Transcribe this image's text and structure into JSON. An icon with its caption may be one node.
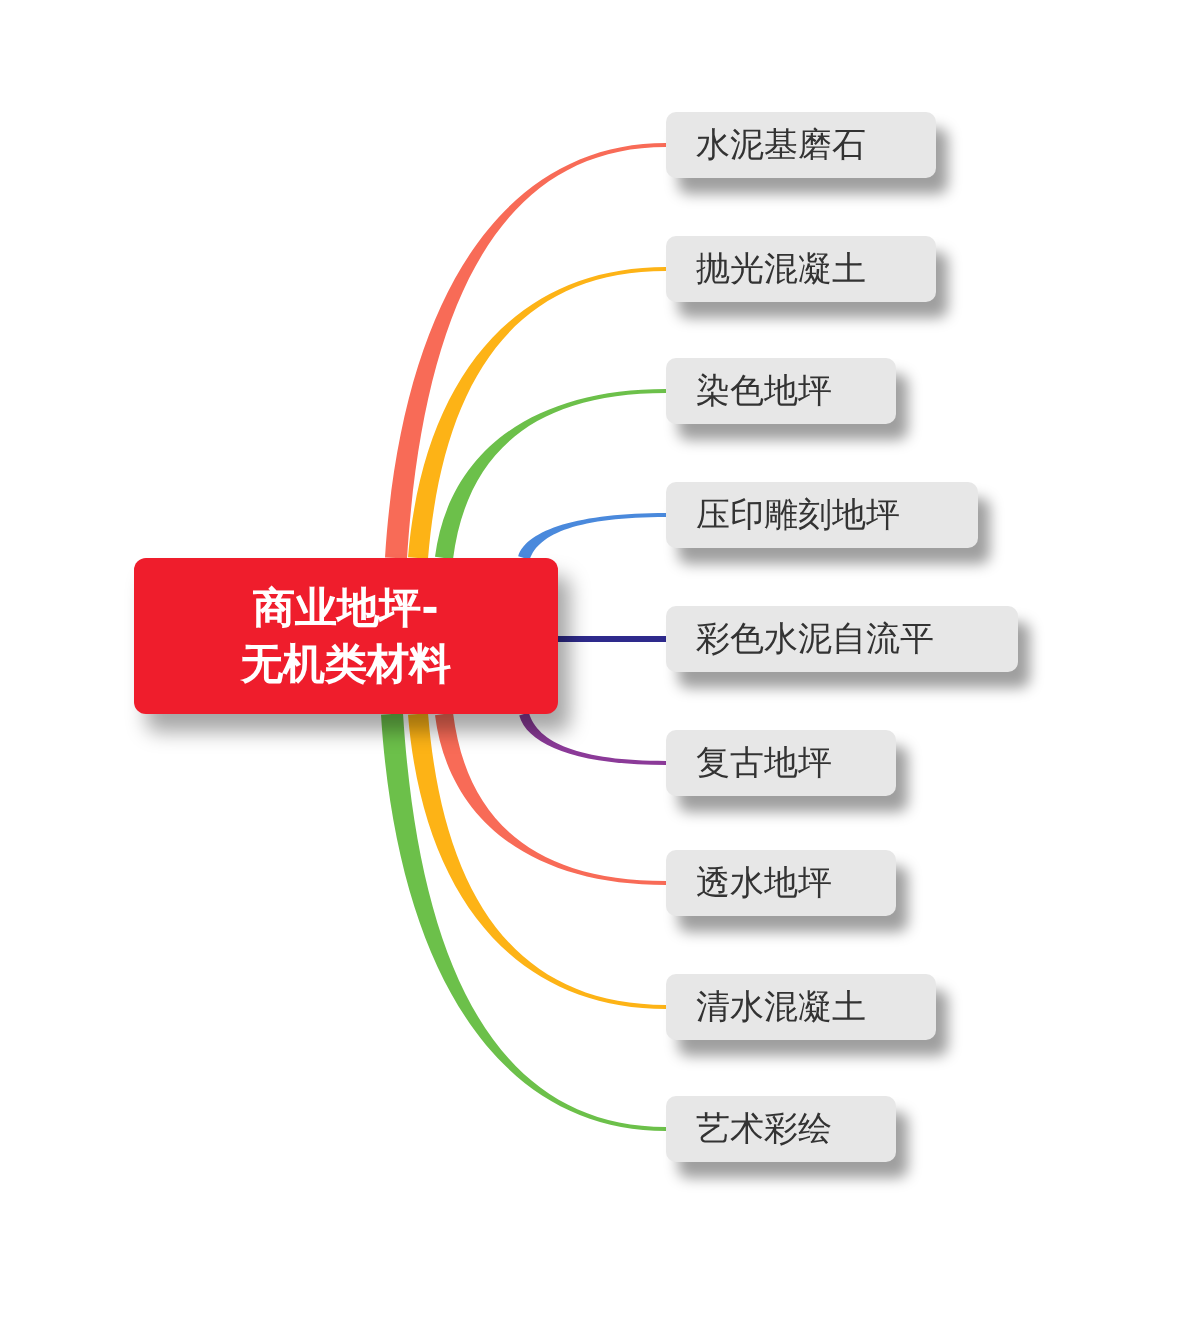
{
  "diagram": {
    "nodes": [
      {
        "text": [
          "商业地坪-无机类材料"
        ]
      },
      {
        "text": [
          "水泥基磨石"
        ]
      },
      {
        "text": [
          "抛光混凝土"
        ]
      },
      {
        "text": [
          "染色地坪"
        ]
      },
      {
        "text": [
          "压印雕刻地坪"
        ]
      },
      {
        "text": [
          "彩色水泥自流平"
        ]
      },
      {
        "text": [
          "复古地坪"
        ]
      },
      {
        "text": [
          "透水地坪"
        ]
      },
      {
        "text": [
          "清水混凝土"
        ]
      },
      {
        "text": [
          "艺术彩绘"
        ]
      }
    ],
    "edges": [
      {
        "from": 0,
        "to": 1,
        "arrow": "none",
        "color": "#f86b57"
      },
      {
        "from": 0,
        "to": 2,
        "arrow": "none",
        "color": "#fdb316"
      },
      {
        "from": 0,
        "to": 3,
        "arrow": "none",
        "color": "#6cc04a"
      },
      {
        "from": 0,
        "to": 4,
        "arrow": "none",
        "color": "#4a89dc"
      },
      {
        "from": 0,
        "to": 5,
        "arrow": "none",
        "color": "#2e2a8c"
      },
      {
        "from": 0,
        "to": 6,
        "arrow": "none",
        "color": "#8b3a98"
      },
      {
        "from": 0,
        "to": 7,
        "arrow": "none",
        "color": "#f86b57"
      },
      {
        "from": 0,
        "to": 8,
        "arrow": "none",
        "color": "#fdb316"
      },
      {
        "from": 0,
        "to": 9,
        "arrow": "none",
        "color": "#6cc04a"
      }
    ]
  }
}
